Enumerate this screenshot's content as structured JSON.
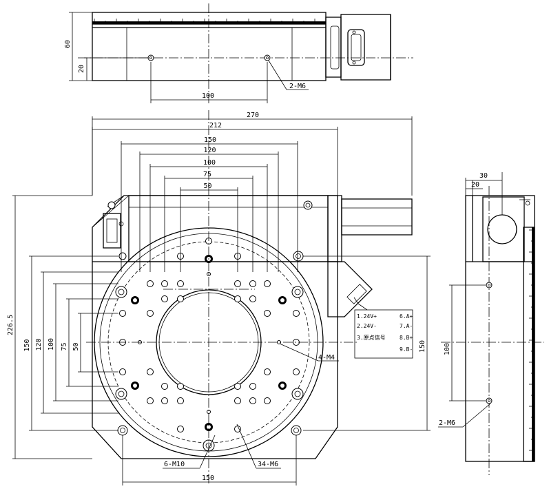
{
  "top_view": {
    "dims": {
      "height": "60",
      "offset": "20",
      "spacing": "100"
    },
    "callout": "2-M6"
  },
  "front_view": {
    "horizontal_dims": [
      "270",
      "212",
      "150",
      "120",
      "100",
      "75",
      "50"
    ],
    "vertical_dims": [
      "226.5",
      "150",
      "120",
      "100",
      "75",
      "50"
    ],
    "right_dim": "150",
    "bottom_dim": "150",
    "callouts": {
      "m4": "4-M4",
      "m10": "6-M10",
      "m6": "34-M6"
    },
    "connector_table": {
      "left": [
        "1.24V+",
        "2.24V-",
        "3.原点信号"
      ],
      "right": [
        "6.A+",
        "7.A-",
        "8.B+",
        "9.B-"
      ]
    }
  },
  "side_view": {
    "dims": {
      "width": "30",
      "offset": "20",
      "spacing": "100"
    },
    "callout": "2-M6"
  }
}
